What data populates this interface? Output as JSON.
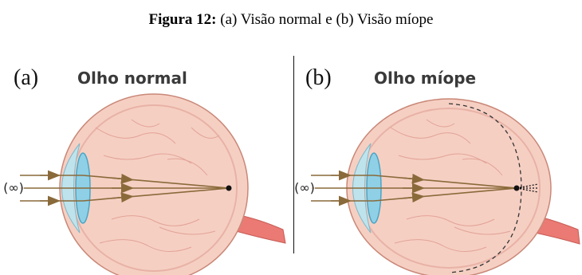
{
  "caption": {
    "label": "Figura 12:",
    "text": " (a) Visão normal e (b) Visão míope"
  },
  "panels": [
    {
      "letter": "(a)",
      "title": "Olho normal",
      "infinity": "(∞)"
    },
    {
      "letter": "(b)",
      "title": "Olho míope",
      "infinity": "(∞)"
    }
  ],
  "colors": {
    "sclera_fill": "#f6cfc3",
    "sclera_stroke": "#c98878",
    "vessels": "#e2a397",
    "cornea": "#bfe3ec",
    "lens": "#8fd0e6",
    "rays": "#8a6a3a",
    "optic_nerve": "#ea7a73"
  }
}
